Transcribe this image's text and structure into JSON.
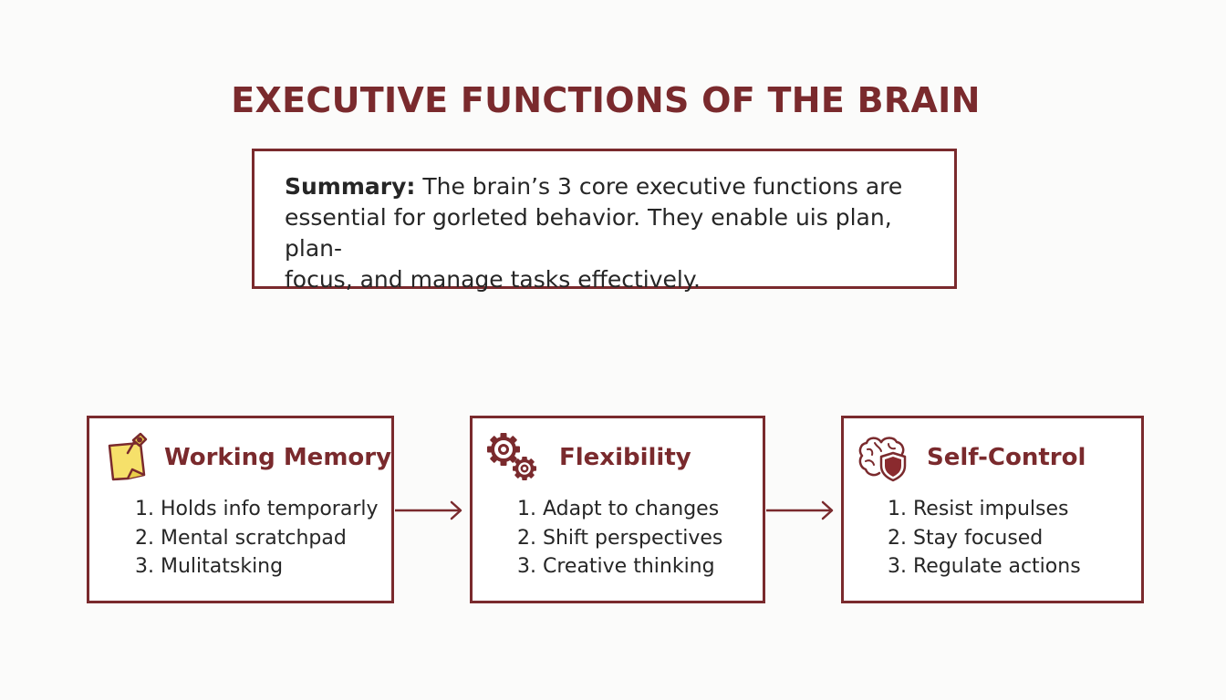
{
  "title": "EXECUTIVE FUNCTIONS OF THE BRAIN",
  "summary": {
    "lead": "Summary:",
    "lines": [
      "The brain’s 3 core executive functions are",
      "essential for gorleted behavior. They enable uis plan, plan-",
      "focus, and manage tasks effectively."
    ]
  },
  "cards": [
    {
      "heading": "Working Memory",
      "icon": "sticky-note-pin-icon",
      "items": [
        "1. Holds info temporarly",
        "2. Mental scratchpad",
        "3. Mulitatsking"
      ]
    },
    {
      "heading": "Flexibility",
      "icon": "gears-icon",
      "items": [
        "1. Adapt to changes",
        "2. Shift perspectives",
        "3. Creative thinking"
      ]
    },
    {
      "heading": "Self-Control",
      "icon": "brain-shield-icon",
      "items": [
        "1. Resist impulses",
        "2. Stay focused",
        "3. Regulate actions"
      ]
    }
  ],
  "colors": {
    "accent": "#7a2a2d",
    "text": "#262626",
    "note": "#f6e06a",
    "background": "#fbfbfa"
  }
}
